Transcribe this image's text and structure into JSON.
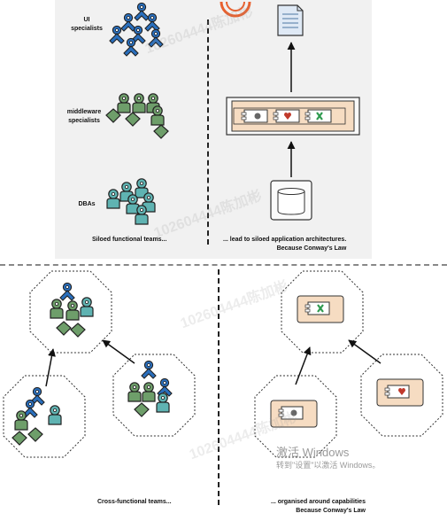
{
  "top": {
    "roles": [
      "UI\nspecialists",
      "middleware\nspecialists",
      "DBAs"
    ],
    "caption_left": "Siloed functional teams...",
    "caption_right_line1": "... lead to siloed application architectures.",
    "caption_right_line2": "Because Conway's Law"
  },
  "bottom": {
    "caption_left": "Cross-functional teams...",
    "caption_right_line1": "... organised around capabilities",
    "caption_right_line2": "Because Conway's Law"
  },
  "overlay": {
    "windows_line1": "激活 Windows",
    "windows_line2": "转到\"设置\"以激活 Windows。",
    "watermark": "102604444陈加彬"
  },
  "colors": {
    "ui": "#2a6fbd",
    "middleware": "#6e9e6a",
    "dba": "#5fb3b2",
    "component_fill": "#f6dcc2",
    "outline": "#222222"
  },
  "icons": [
    "person-icon",
    "document-icon",
    "database-icon",
    "component-icon",
    "heart-icon",
    "cross-icon",
    "leaf-icon",
    "arrow-icon"
  ]
}
